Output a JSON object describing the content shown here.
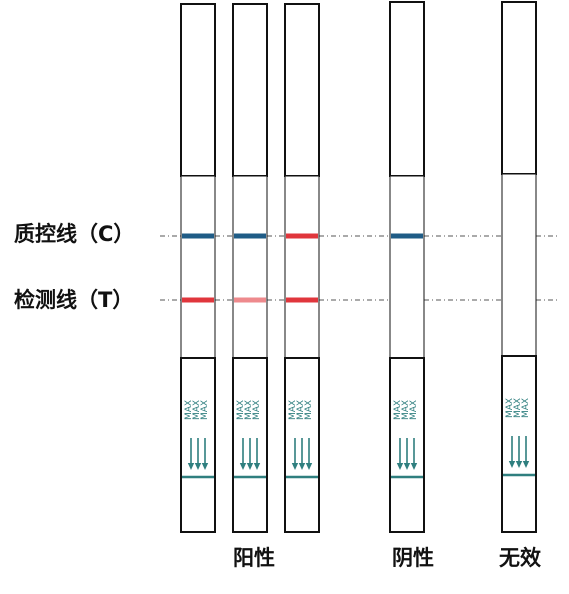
{
  "labels": {
    "control_line": "质控线（C）",
    "test_line": "检测线（T）"
  },
  "strip_text": {
    "max_mark": "MAX"
  },
  "categories": {
    "positive": "阳性",
    "negative": "阴性",
    "invalid": "无效"
  },
  "colors": {
    "control_band": "#1f5c86",
    "test_band": "#e0363c",
    "test_band_faint": "#ee8a8d",
    "dashed_guide": "#555555",
    "arrow": "#2f7f7f",
    "outline": "#111111"
  },
  "strips": [
    {
      "id": "positive-1",
      "group": "positive",
      "control_band": "blue",
      "test_band": "red"
    },
    {
      "id": "positive-2",
      "group": "positive",
      "control_band": "blue",
      "test_band": "faint-red"
    },
    {
      "id": "positive-3",
      "group": "positive",
      "control_band": "red",
      "test_band": "red"
    },
    {
      "id": "negative-1",
      "group": "negative",
      "control_band": "blue",
      "test_band": "none"
    },
    {
      "id": "invalid-1",
      "group": "invalid",
      "control_band": "none",
      "test_band": "none"
    }
  ]
}
